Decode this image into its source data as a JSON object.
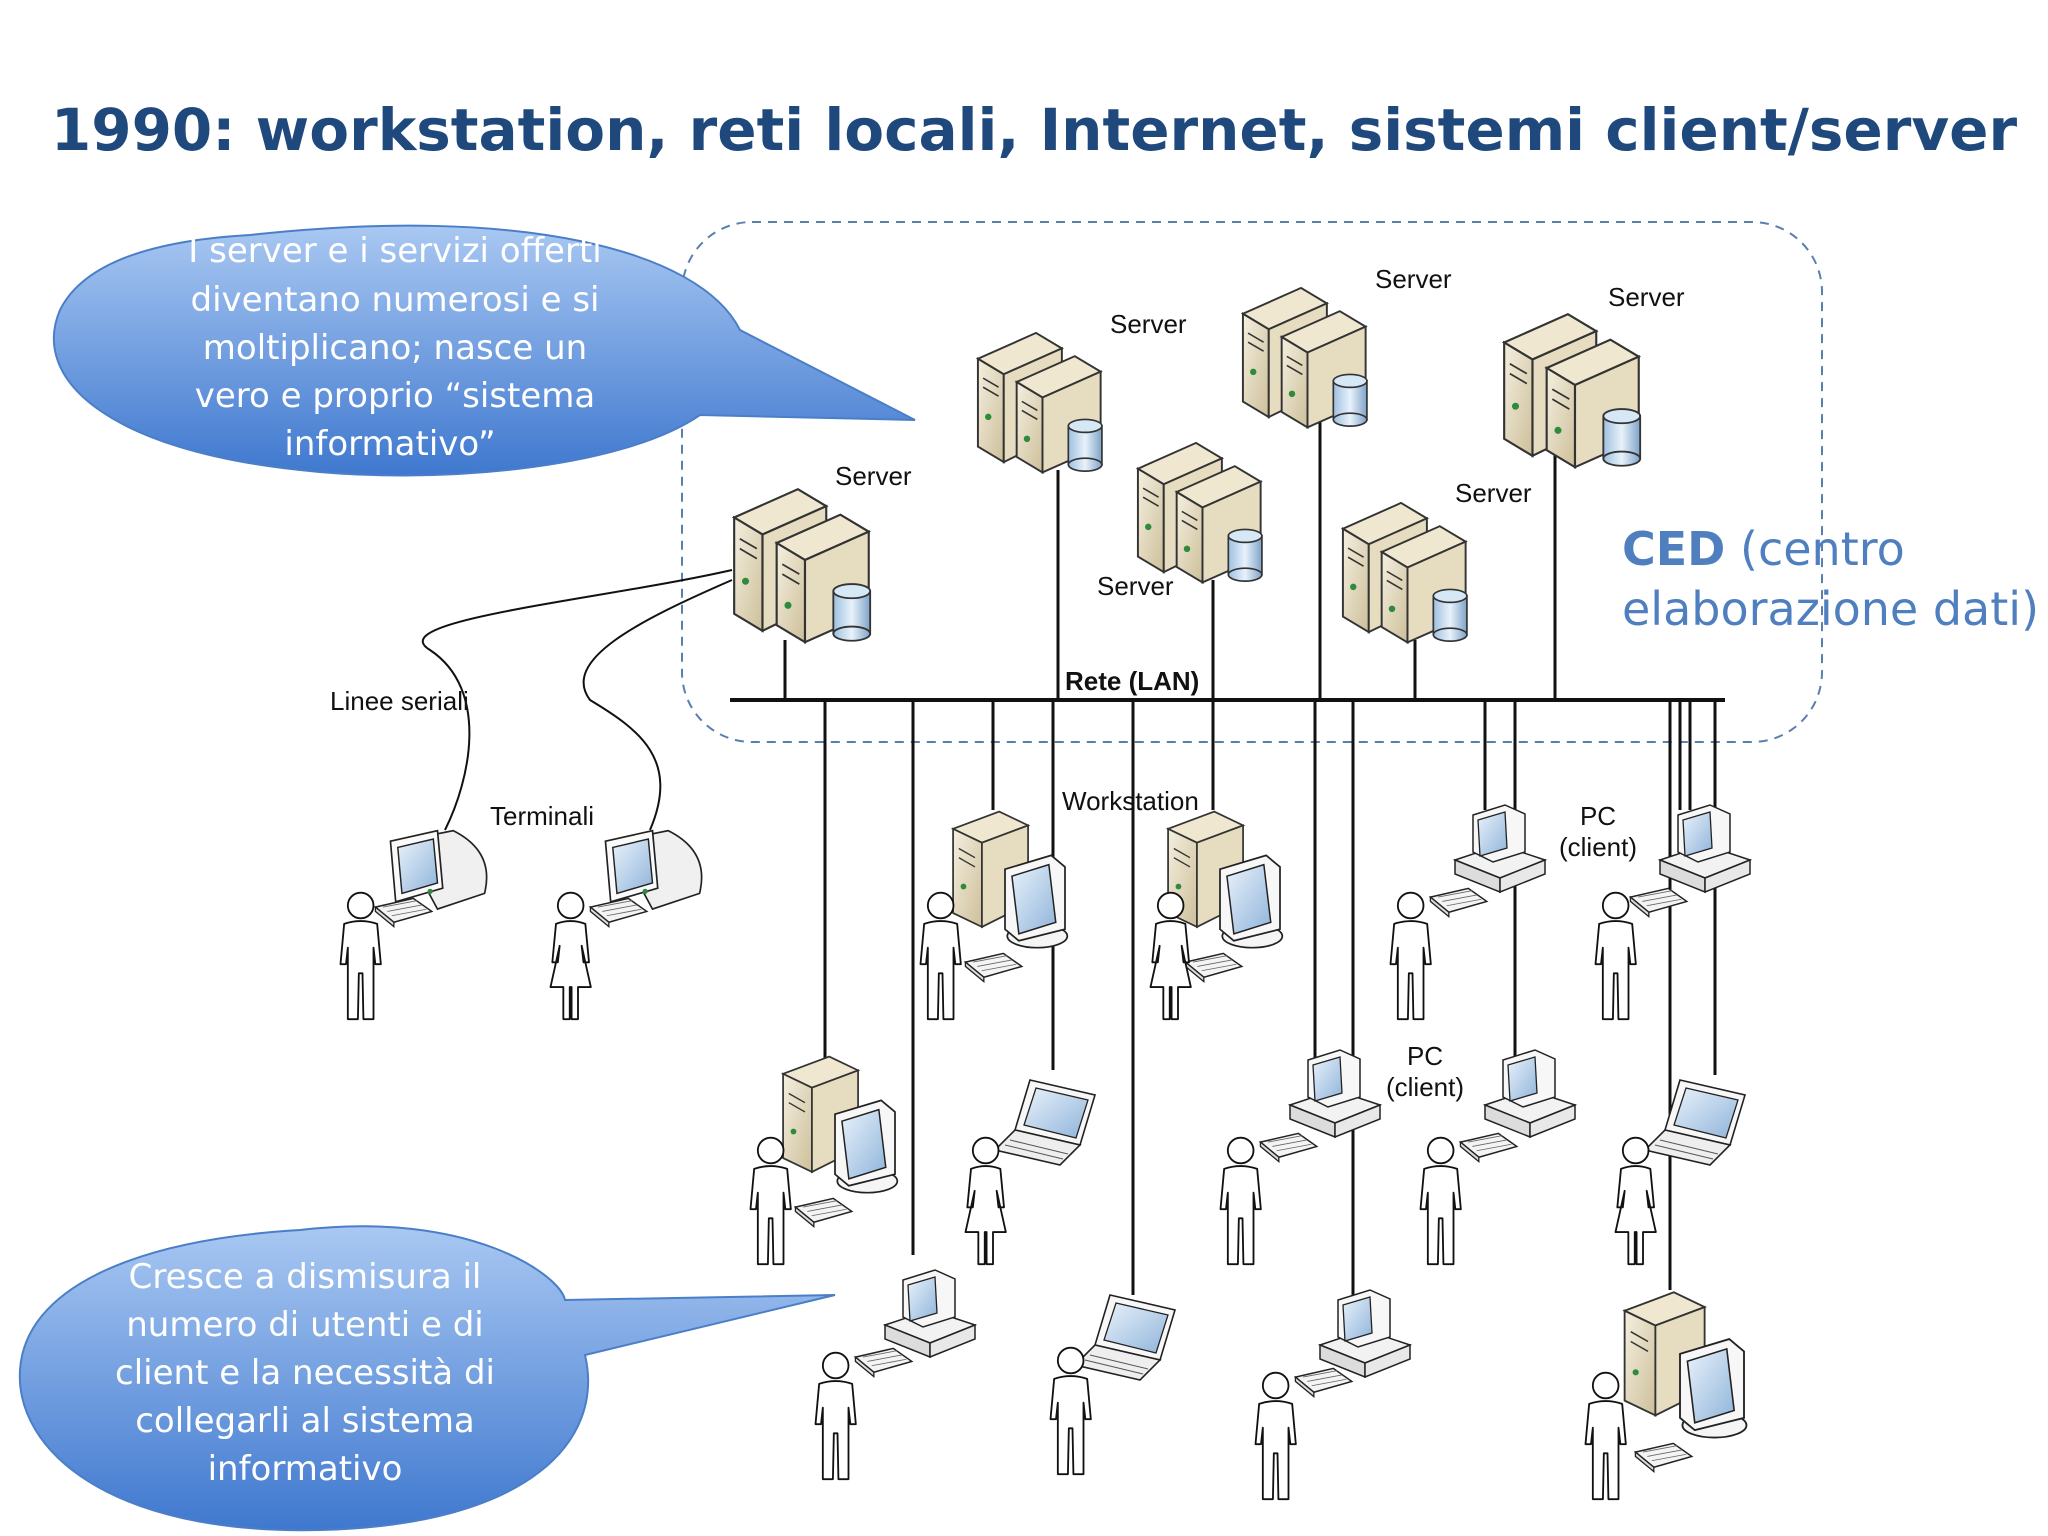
{
  "title": "1990: workstation, reti locali, Internet, sistemi client/server",
  "callout_top": {
    "lines": [
      "I server e i servizi offerti",
      "diventano numerosi e si",
      "moltiplicano; nasce un",
      "vero e proprio “sistema",
      "informativo”"
    ]
  },
  "callout_bottom": {
    "lines": [
      "Cresce a dismisura il",
      "numero di utenti e di",
      "client e la necessità di",
      "collegarli al sistema",
      "informativo"
    ]
  },
  "ced": {
    "bold": "CED",
    "rest_line1": " (centro",
    "line2": "elaborazione dati)"
  },
  "labels": {
    "server": "Server",
    "lan": "Rete (LAN)",
    "serial": "Linee seriali",
    "terminals": "Terminali",
    "workstation": "Workstation",
    "pc_line1": "PC",
    "pc_line2": "(client)"
  },
  "colors": {
    "title": "#1f497d",
    "callout_top": "#4f86d8",
    "callout_bottom": "#4f86d8",
    "ced": "#4f7fbf",
    "dash": "#5a7fb0"
  }
}
